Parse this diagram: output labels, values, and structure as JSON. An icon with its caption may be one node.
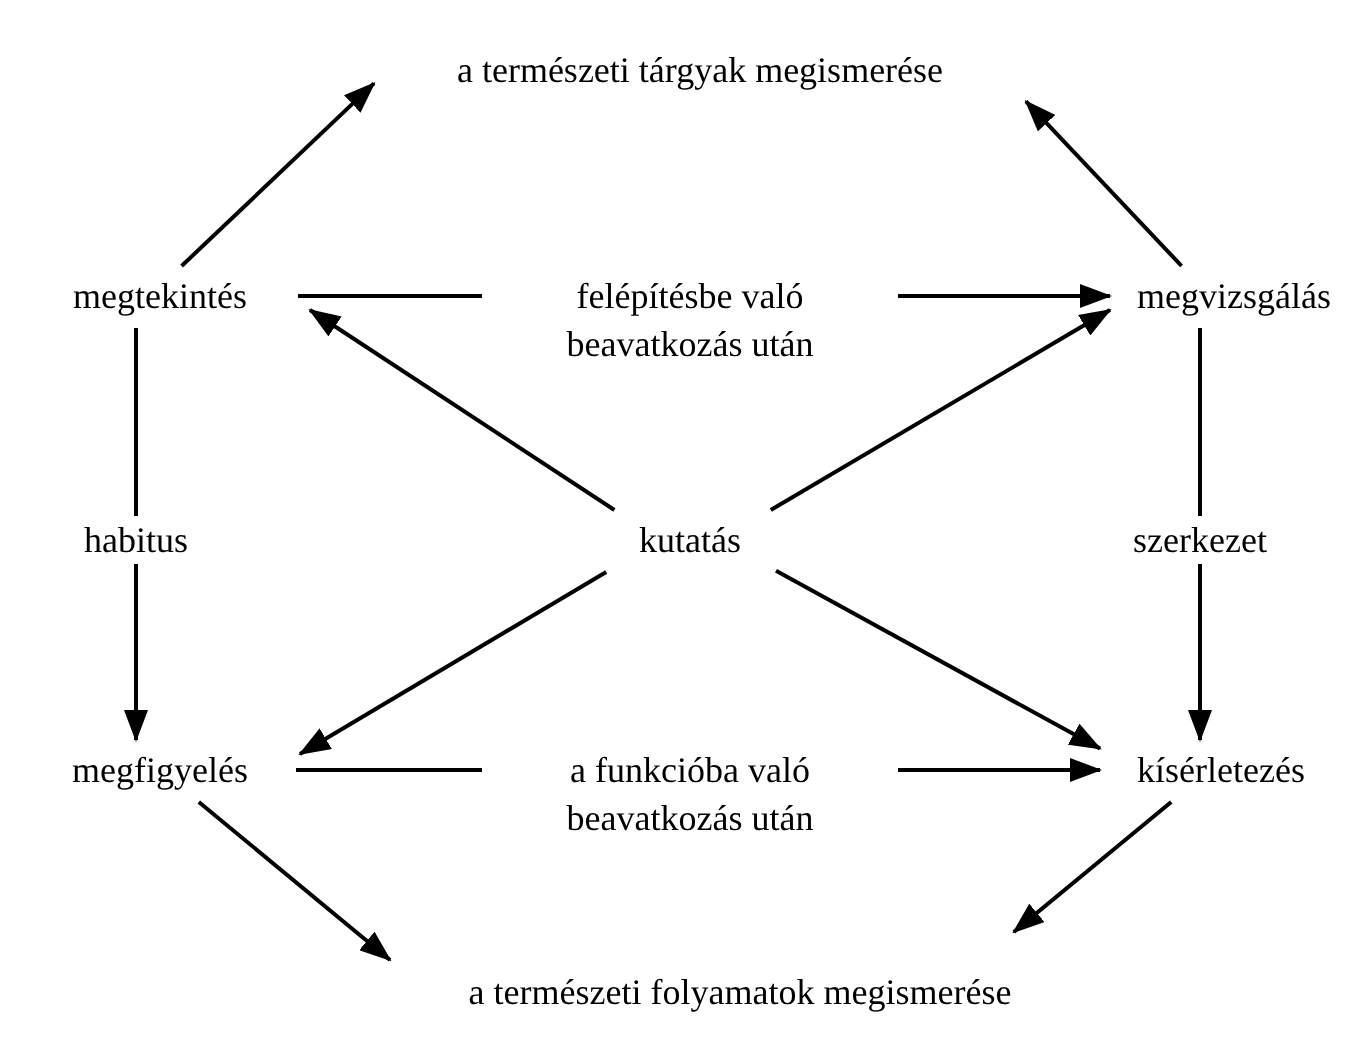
{
  "diagram": {
    "nodes": [
      {
        "text": [
          "a természeti tárgyak megismerése"
        ]
      },
      {
        "text": [
          "megtekintés"
        ]
      },
      {
        "text": [
          "megvizsgálás"
        ]
      },
      {
        "text": [
          "kutatás"
        ]
      },
      {
        "text": [
          "megfigyelés"
        ]
      },
      {
        "text": [
          "kísérletezés"
        ]
      },
      {
        "text": [
          "a természeti folyamatok megismerése"
        ]
      }
    ],
    "edges": [
      {
        "from": 1,
        "to": 0,
        "arrow": "to"
      },
      {
        "from": 2,
        "to": 0,
        "arrow": "to"
      },
      {
        "from": 1,
        "to": 2,
        "arrow": "to",
        "label": "felépítésbe való beavatkozás után"
      },
      {
        "from": 1,
        "to": 4,
        "arrow": "to",
        "label": "habitus"
      },
      {
        "from": 2,
        "to": 5,
        "arrow": "to",
        "label": "szerkezet"
      },
      {
        "from": 3,
        "to": 1,
        "arrow": "to"
      },
      {
        "from": 3,
        "to": 2,
        "arrow": "to"
      },
      {
        "from": 3,
        "to": 4,
        "arrow": "to"
      },
      {
        "from": 3,
        "to": 5,
        "arrow": "to"
      },
      {
        "from": 4,
        "to": 5,
        "arrow": "to",
        "label": "a funkcióba való beavatkozás után"
      },
      {
        "from": 4,
        "to": 6,
        "arrow": "to"
      },
      {
        "from": 5,
        "to": 6,
        "arrow": "to"
      }
    ]
  }
}
